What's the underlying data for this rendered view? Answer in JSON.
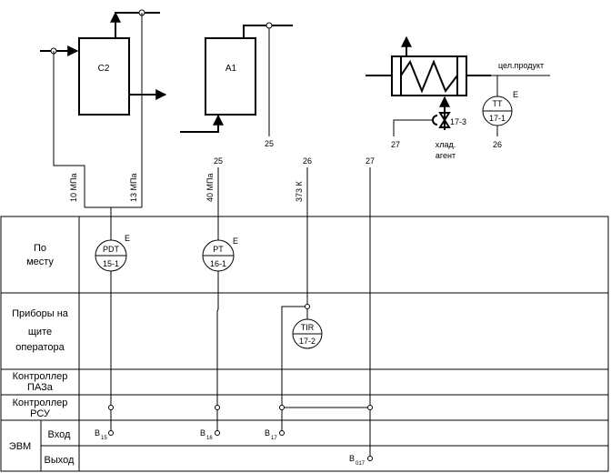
{
  "equipment": {
    "c2": "C2",
    "a1": "A1",
    "product_label": "цел.продукт",
    "coolant_line1": "хлад.",
    "coolant_line2": "агент",
    "valve_tag": "17-3"
  },
  "connection_numbers": {
    "n25_top": "25",
    "n25_bottom": "25",
    "n26_top": "26",
    "n26_bottom": "26",
    "n27_top": "27",
    "n27_bottom": "27"
  },
  "signals": {
    "p10": "10 МПа",
    "p13": "13 МПа",
    "p40": "40 МПа",
    "t373": "373 К"
  },
  "instruments": {
    "pdt": {
      "code": "PDT",
      "tag": "15-1",
      "mark": "E"
    },
    "pt": {
      "code": "PT",
      "tag": "16-1",
      "mark": "E"
    },
    "tir": {
      "code": "TIR",
      "tag": "17-2"
    },
    "tt": {
      "code": "TT",
      "tag": "17-1",
      "mark": "E"
    }
  },
  "rows": {
    "local_1": "По",
    "local_2": "месту",
    "panel_1": "Приборы на",
    "panel_2": "щите",
    "panel_3": "оператора",
    "paz_1": "Контроллер",
    "paz_2": "ПАЗа",
    "rsu_1": "Контроллер",
    "rsu_2": "РСУ",
    "evm": "ЭВМ",
    "input": "Вход",
    "output": "Выход"
  },
  "io_tags": {
    "b15": {
      "letter": "B",
      "sub": "15"
    },
    "b16": {
      "letter": "B",
      "sub": "16"
    },
    "b17": {
      "letter": "B",
      "sub": "17"
    },
    "b017": {
      "letter": "B",
      "sub": "017"
    }
  }
}
